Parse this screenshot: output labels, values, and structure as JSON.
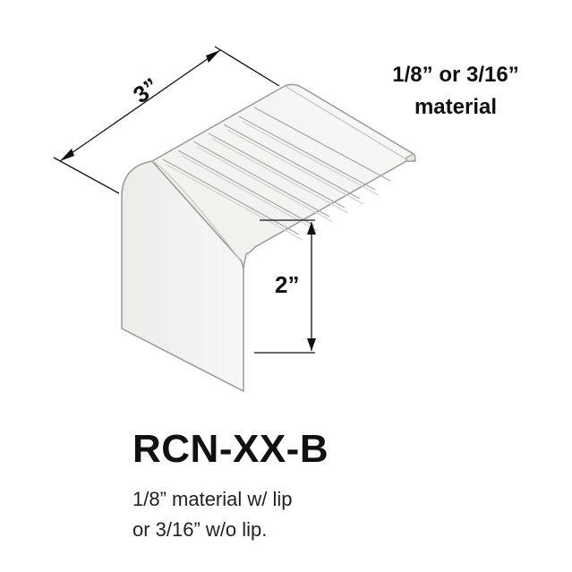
{
  "diagram": {
    "material_label_line1": "1/8” or 3/16”",
    "material_label_line2": "material",
    "depth_label": "3”",
    "height_label": "2”"
  },
  "product": {
    "code": "RCN-XX-B",
    "description_line1": "1/8” material w/ lip",
    "description_line2": "or 3/16” w/o lip."
  },
  "colors": {
    "profile_fill": "#f3f3f1",
    "profile_stroke": "#9a9a98",
    "dimension_line": "#111111"
  }
}
